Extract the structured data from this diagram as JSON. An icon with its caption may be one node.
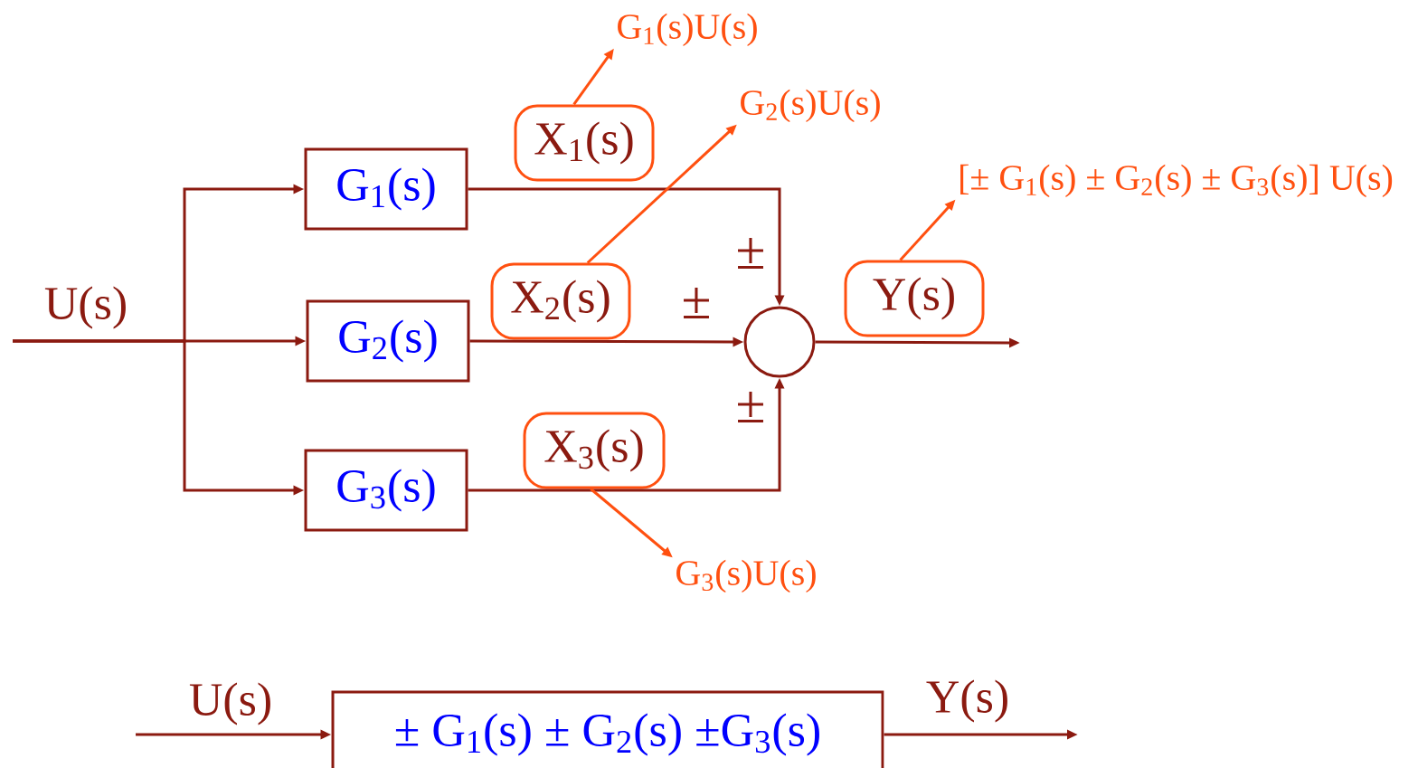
{
  "diagram": {
    "nodes": [
      {
        "text": [
          "G$_{1}$(s)"
        ]
      },
      {
        "text": [
          "G$_{2}$(s)"
        ]
      },
      {
        "text": [
          "G$_{3}$(s)"
        ]
      },
      {
        "text": [],
        "shape": "circle"
      },
      {
        "text": [
          "X$_{1}$(s)"
        ]
      },
      {
        "text": [
          "X$_{2}$(s)"
        ]
      },
      {
        "text": [
          "X$_{3}$(s)"
        ]
      },
      {
        "text": [
          "Y(s)"
        ]
      },
      {
        "text": [
          "G$_{1}$(s)U(s)"
        ]
      },
      {
        "text": [
          "G$_{2}$(s)U(s)"
        ]
      },
      {
        "text": [
          "G$_{3}$(s)U(s)"
        ]
      },
      {
        "text": [
          "[± G$_{1}$(s) ± G$_{2}$(s) ± G$_{3}$(s)] U(s)"
        ]
      },
      {
        "text": [
          "± G$_{1}$(s) ± G$_{2}$(s) ±G$_{3}$(s)"
        ]
      }
    ],
    "edges": [
      {
        "from": null,
        "to": 0,
        "arrow": "to"
      },
      {
        "from": null,
        "to": 1,
        "arrow": "to",
        "label": "U(s)"
      },
      {
        "from": null,
        "to": 2,
        "arrow": "to"
      },
      {
        "from": 0,
        "to": 3,
        "arrow": "to"
      },
      {
        "from": 1,
        "to": 3,
        "arrow": "to"
      },
      {
        "from": 2,
        "to": 3,
        "arrow": "to"
      },
      {
        "from": 3,
        "to": null,
        "arrow": "to"
      },
      {
        "from": 4,
        "to": 8,
        "arrow": "to",
        "color": "#ff5010"
      },
      {
        "from": 5,
        "to": 9,
        "arrow": "to",
        "color": "#ff5010"
      },
      {
        "from": 6,
        "to": 10,
        "arrow": "to",
        "color": "#ff5010"
      },
      {
        "from": 7,
        "to": 11,
        "arrow": "to",
        "color": "#ff5010"
      },
      {
        "from": null,
        "to": 12,
        "arrow": "to",
        "label": "U(s)"
      },
      {
        "from": 12,
        "to": null,
        "arrow": "to",
        "label": "Y(s)"
      }
    ],
    "labels": [
      "±",
      "±",
      "±"
    ]
  }
}
